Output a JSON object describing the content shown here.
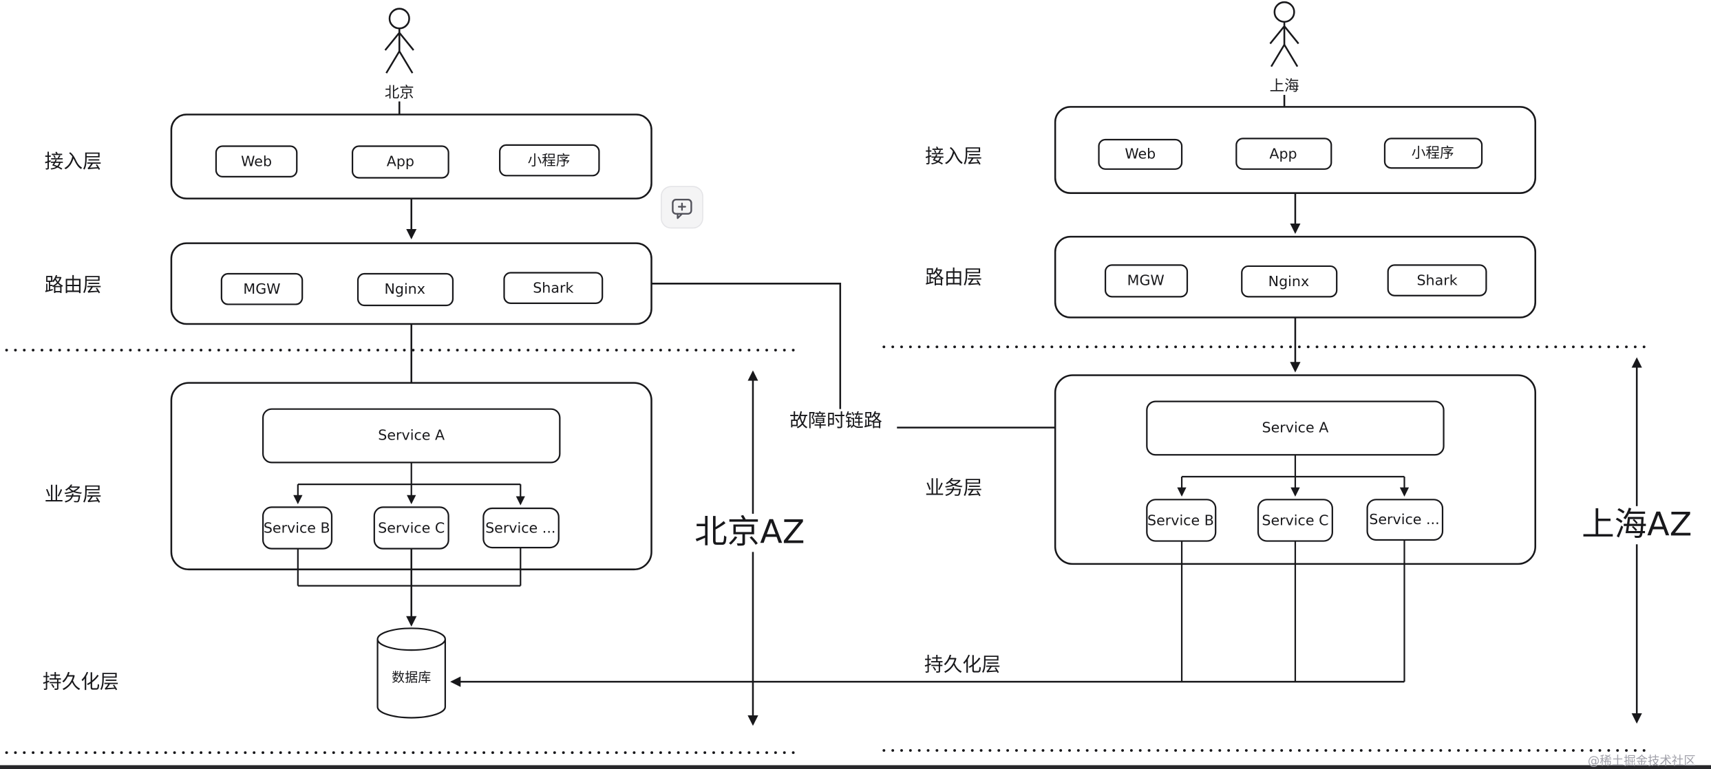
{
  "colors": {
    "line": "#18181b",
    "watermark": "#a1a1aa",
    "button_bg": "#f4f4f5"
  },
  "beijing": {
    "user_label": "北京",
    "az_label": "北京AZ",
    "layers": {
      "access": "接入层",
      "routing": "路由层",
      "business": "业务层",
      "persistence": "持久化层"
    },
    "access_items": [
      "Web",
      "App",
      "小程序"
    ],
    "routing_items": [
      "MGW",
      "Nginx",
      "Shark"
    ],
    "service_a": "Service A",
    "services": [
      "Service B",
      "Service C",
      "Service ..."
    ],
    "database_label": "数据库"
  },
  "shanghai": {
    "user_label": "上海",
    "az_label": "上海AZ",
    "layers": {
      "access": "接入层",
      "routing": "路由层",
      "business": "业务层",
      "persistence": "持久化层"
    },
    "access_items": [
      "Web",
      "App",
      "小程序"
    ],
    "routing_items": [
      "MGW",
      "Nginx",
      "Shark"
    ],
    "service_a": "Service A",
    "services": [
      "Service B",
      "Service C",
      "Service ..."
    ]
  },
  "failover_label": "故障时链路",
  "watermark": "@稀土掘金技术社区",
  "icons": {
    "floating_button": "comment-plus-icon"
  }
}
